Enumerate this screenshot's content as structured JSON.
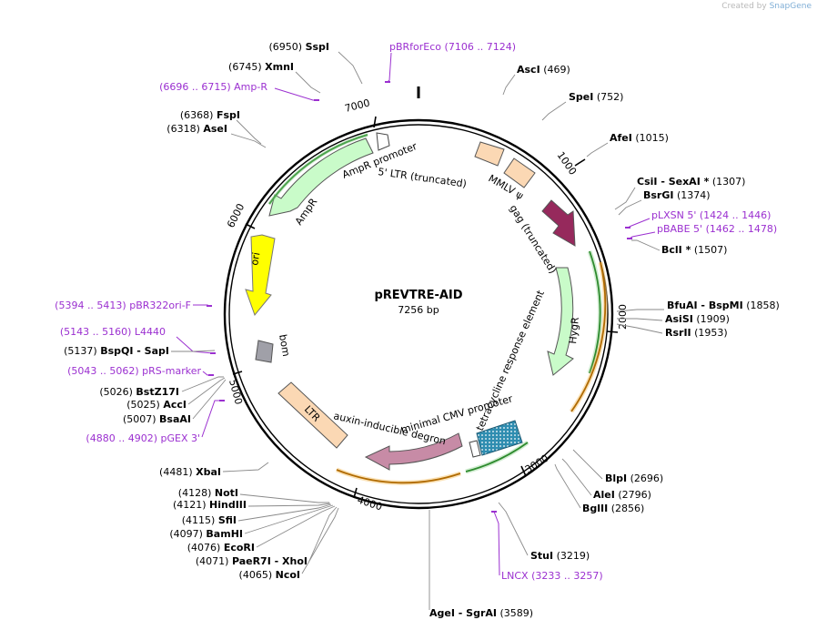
{
  "watermark": {
    "prefix": "Created by",
    "brand": "SnapGene"
  },
  "plasmid": {
    "name": "pREVTRE-AID",
    "length_label": "7256 bp"
  },
  "ticks": [
    {
      "label": "1000"
    },
    {
      "label": "2000"
    },
    {
      "label": "3000"
    },
    {
      "label": "4000"
    },
    {
      "label": "5000"
    },
    {
      "label": "6000"
    },
    {
      "label": "7000"
    }
  ],
  "features": [
    {
      "label": "AmpR promoter",
      "color": "#ffffff"
    },
    {
      "label": "5' LTR (truncated)",
      "color": "#fbd8b4"
    },
    {
      "label": "MMLV ψ",
      "color": "#fbd8b4"
    },
    {
      "label": "gag (truncated)",
      "color": "#96295c"
    },
    {
      "label": "HygR",
      "color": "#c9fbc9"
    },
    {
      "label": "tetracycline response element",
      "color": "#2f8db0"
    },
    {
      "label": "minimal CMV promoter",
      "color": "#ffffff"
    },
    {
      "label": "auxin-inducible degron",
      "color": "#c78ba6"
    },
    {
      "label": "LTR",
      "color": "#fbd8b4"
    },
    {
      "label": "bom",
      "color": "#a0a0a8"
    },
    {
      "label": "ori",
      "color": "#ffff00"
    },
    {
      "label": "AmpR",
      "color": "#c9fbc9"
    }
  ],
  "sites": [
    {
      "enzyme": "SspI",
      "pos": "(6950)",
      "kind": "enzyme"
    },
    {
      "enzyme": "XmnI",
      "pos": "(6745)",
      "kind": "enzyme"
    },
    {
      "enzyme": "Amp-R",
      "pos": "(6696 .. 6715)",
      "kind": "primer"
    },
    {
      "enzyme": "FspI",
      "pos": "(6368)",
      "kind": "enzyme"
    },
    {
      "enzyme": "AseI",
      "pos": "(6318)",
      "kind": "enzyme"
    },
    {
      "enzyme": "pBRforEco",
      "pos": "(7106 .. 7124)",
      "kind": "primer"
    },
    {
      "enzyme": "AscI",
      "pos": "(469)",
      "kind": "enzyme"
    },
    {
      "enzyme": "SpeI",
      "pos": "(752)",
      "kind": "enzyme"
    },
    {
      "enzyme": "AfeI",
      "pos": "(1015)",
      "kind": "enzyme"
    },
    {
      "enzyme": "CsiI  - SexAI *",
      "pos": "(1307)",
      "kind": "enzyme"
    },
    {
      "enzyme": "BsrGI",
      "pos": "(1374)",
      "kind": "enzyme"
    },
    {
      "enzyme": "pLXSN 5'",
      "pos": "(1424 .. 1446)",
      "kind": "primer"
    },
    {
      "enzyme": "pBABE 5'",
      "pos": "(1462 .. 1478)",
      "kind": "primer"
    },
    {
      "enzyme": "BclI *",
      "pos": "(1507)",
      "kind": "enzyme"
    },
    {
      "enzyme": "BfuAI  - BspMI",
      "pos": "(1858)",
      "kind": "enzyme"
    },
    {
      "enzyme": "AsiSI",
      "pos": "(1909)",
      "kind": "enzyme"
    },
    {
      "enzyme": "RsrII",
      "pos": "(1953)",
      "kind": "enzyme"
    },
    {
      "enzyme": "BlpI",
      "pos": "(2696)",
      "kind": "enzyme"
    },
    {
      "enzyme": "AleI",
      "pos": "(2796)",
      "kind": "enzyme"
    },
    {
      "enzyme": "BglII",
      "pos": "(2856)",
      "kind": "enzyme"
    },
    {
      "enzyme": "StuI",
      "pos": "(3219)",
      "kind": "enzyme"
    },
    {
      "enzyme": "LNCX",
      "pos": "(3233 .. 3257)",
      "kind": "primer"
    },
    {
      "enzyme": "AgeI  - SgrAI",
      "pos": "(3589)",
      "kind": "enzyme"
    },
    {
      "enzyme": "XbaI",
      "pos": "(4481)",
      "kind": "enzyme"
    },
    {
      "enzyme": "NotI",
      "pos": "(4128)",
      "kind": "enzyme"
    },
    {
      "enzyme": "HindIII",
      "pos": "(4121)",
      "kind": "enzyme"
    },
    {
      "enzyme": "SfiI",
      "pos": "(4115)",
      "kind": "enzyme"
    },
    {
      "enzyme": "BamHI",
      "pos": "(4097)",
      "kind": "enzyme"
    },
    {
      "enzyme": "EcoRI",
      "pos": "(4076)",
      "kind": "enzyme"
    },
    {
      "enzyme": "PaeR7I  - XhoI",
      "pos": "(4071)",
      "kind": "enzyme"
    },
    {
      "enzyme": "NcoI",
      "pos": "(4065)",
      "kind": "enzyme"
    },
    {
      "enzyme": "pBR322ori-F",
      "pos": "(5394 .. 5413)",
      "kind": "primer"
    },
    {
      "enzyme": "L4440",
      "pos": "(5143 .. 5160)",
      "kind": "primer"
    },
    {
      "enzyme": "BspQI  - SapI",
      "pos": "(5137)",
      "kind": "enzyme"
    },
    {
      "enzyme": "pRS-marker",
      "pos": "(5043 .. 5062)",
      "kind": "primer"
    },
    {
      "enzyme": "BstZ17I",
      "pos": "(5026)",
      "kind": "enzyme"
    },
    {
      "enzyme": "AccI",
      "pos": "(5025)",
      "kind": "enzyme"
    },
    {
      "enzyme": "BsaAI",
      "pos": "(5007)",
      "kind": "enzyme"
    },
    {
      "enzyme": "pGEX 3'",
      "pos": "(4880 .. 4902)",
      "kind": "primer"
    }
  ],
  "colors": {
    "primer": "#9b30d0",
    "enzyme": "#000000",
    "backbone": "#000000"
  }
}
